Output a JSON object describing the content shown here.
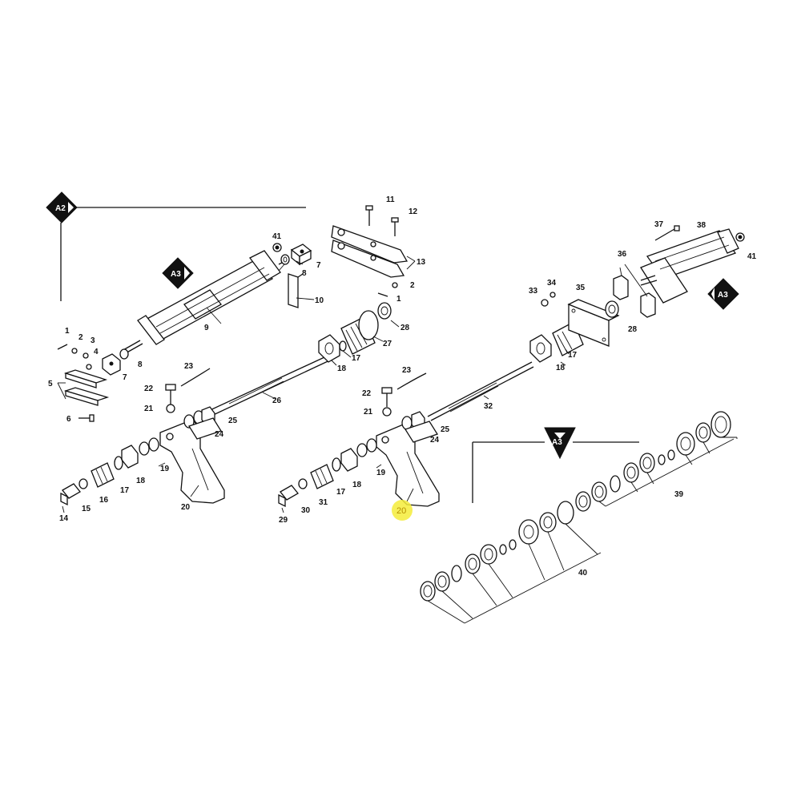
{
  "highlight_color": "#f5ec3a",
  "ink_color": "#111111",
  "badges": {
    "a2_left": "A2",
    "a3_upper_left": "A3",
    "a3_upper_right": "A3",
    "a3_lower": "A3"
  },
  "callouts": {
    "c41_left": "41",
    "c7_upper": "7",
    "c8_upper": "8",
    "c10": "10",
    "c9": "9",
    "c1_left": "1",
    "c2_left": "2",
    "c3": "3",
    "c4": "4",
    "c8_lower": "8",
    "c7_lower": "7",
    "c5": "5",
    "c6": "6",
    "c11": "11",
    "c12": "12",
    "c13": "13",
    "c2_right": "2",
    "c1_right": "1",
    "c28_mid": "28",
    "c27": "27",
    "c17_mid": "17",
    "c18_mid": "18",
    "c26": "26",
    "c23_left": "23",
    "c22_left": "22",
    "c21_left": "21",
    "c25_left": "25",
    "c24_left": "24",
    "c19_left": "19",
    "c18_left": "18",
    "c17_left": "17",
    "c16": "16",
    "c15": "15",
    "c14": "14",
    "c20_left": "20",
    "c23_right": "23",
    "c22_right": "22",
    "c21_right": "21",
    "c25_right": "25",
    "c24_right": "24",
    "c19_right": "19",
    "c18_right": "18",
    "c17_right": "17",
    "c31": "31",
    "c30": "30",
    "c29": "29",
    "c20_right": "20",
    "c32": "32",
    "c18_far": "18",
    "c17_far": "17",
    "c33": "33",
    "c34": "34",
    "c35": "35",
    "c36": "36",
    "c28_right": "28",
    "c37": "37",
    "c38": "38",
    "c41_right": "41",
    "c39": "39",
    "c40": "40"
  }
}
